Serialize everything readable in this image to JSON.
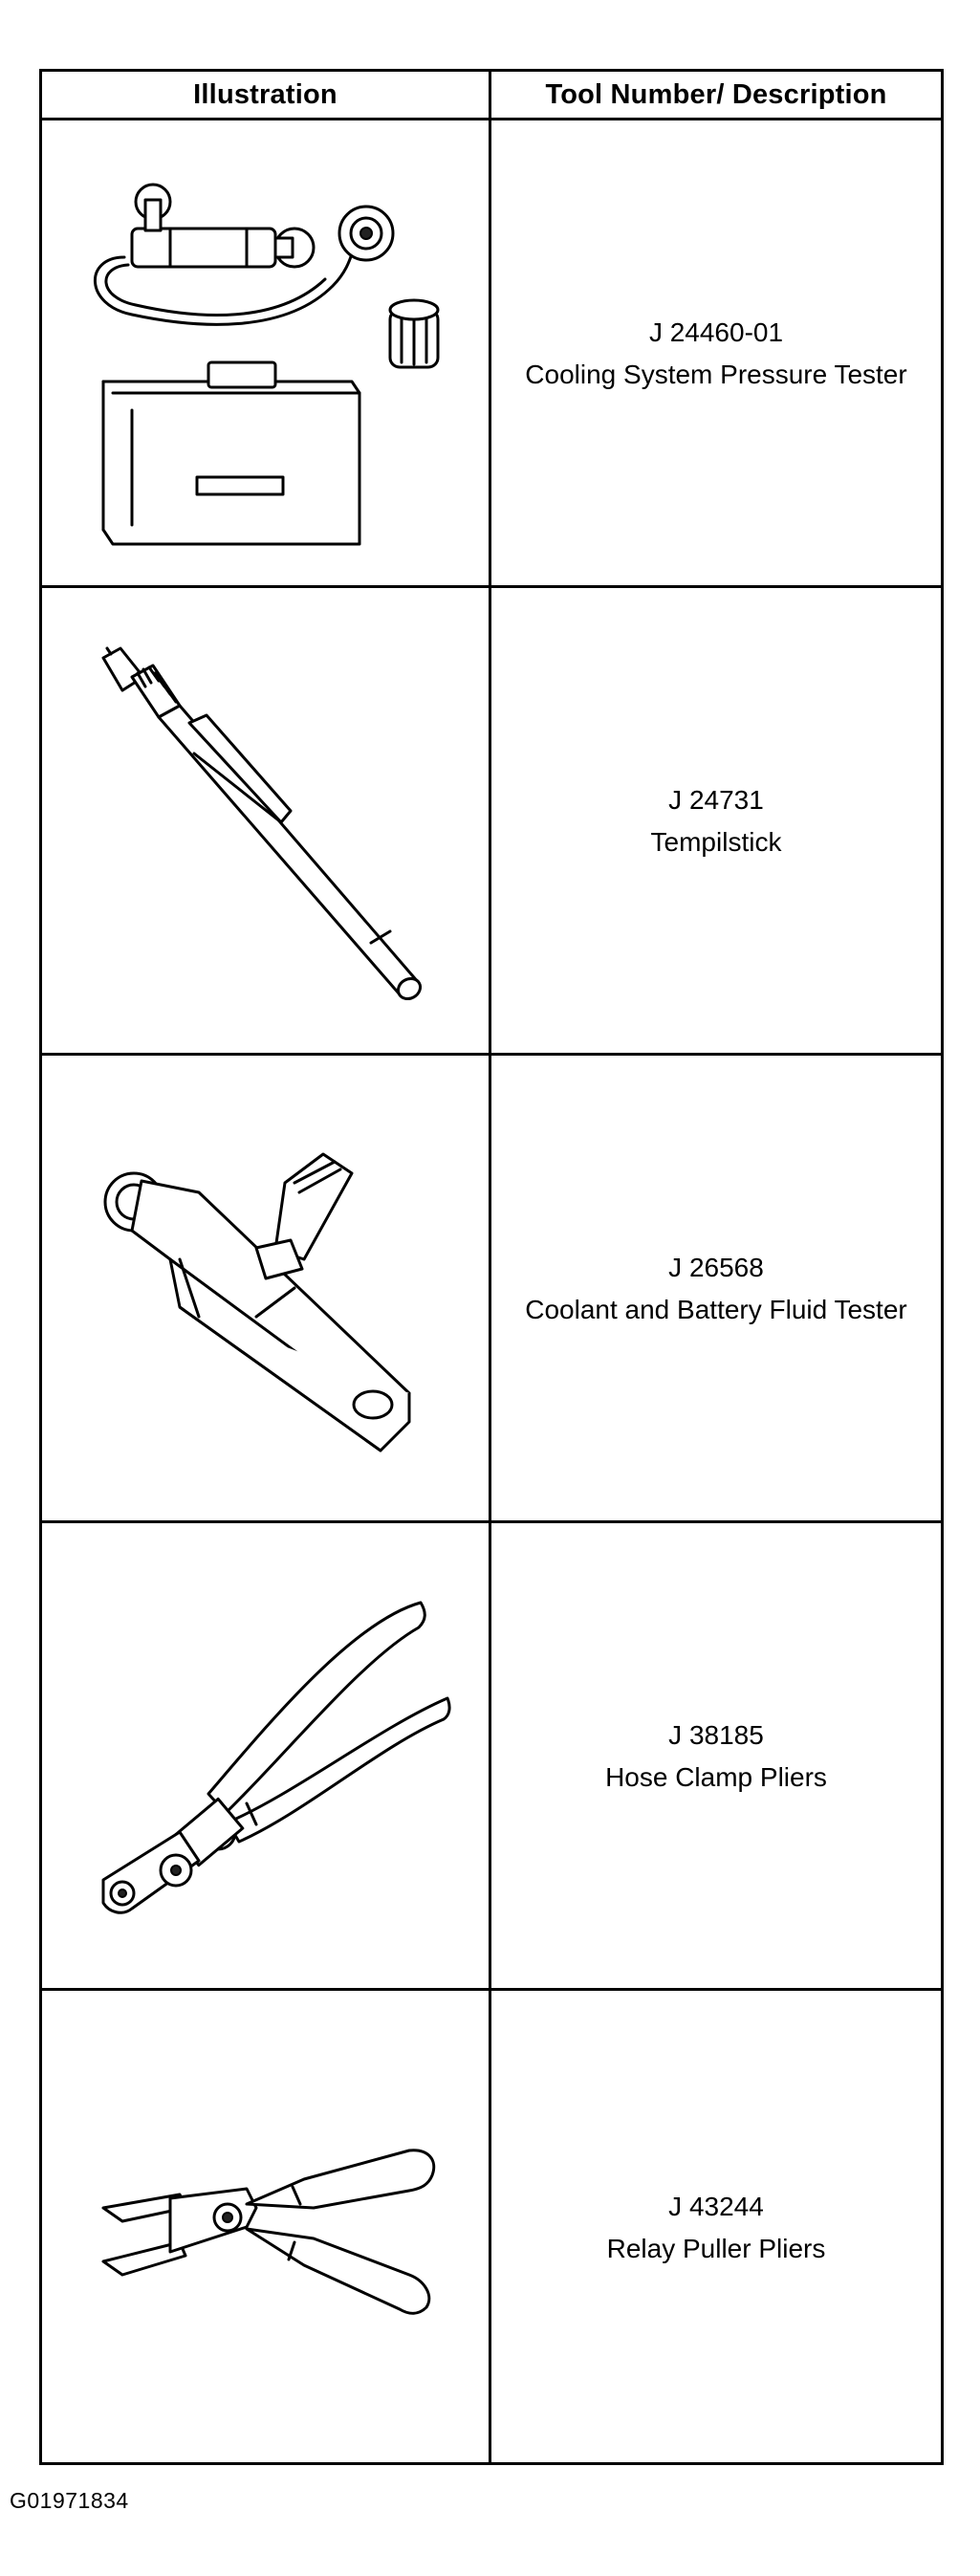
{
  "table": {
    "header_illustration": "Illustration",
    "header_description": "Tool Number/ Description",
    "rows": [
      {
        "number": "J 24460-01",
        "name": "Cooling System Pressure Tester",
        "icon": "cooling-system-pressure-tester-icon"
      },
      {
        "number": "J 24731",
        "name": "Tempilstick",
        "icon": "tempilstick-icon"
      },
      {
        "number": "J 26568",
        "name": "Coolant and Battery Fluid Tester",
        "icon": "coolant-battery-fluid-tester-icon"
      },
      {
        "number": "J 38185",
        "name": "Hose Clamp Pliers",
        "icon": "hose-clamp-pliers-icon"
      },
      {
        "number": "J 43244",
        "name": "Relay Puller Pliers",
        "icon": "relay-puller-pliers-icon"
      }
    ]
  },
  "footer": {
    "code": "G01971834"
  }
}
